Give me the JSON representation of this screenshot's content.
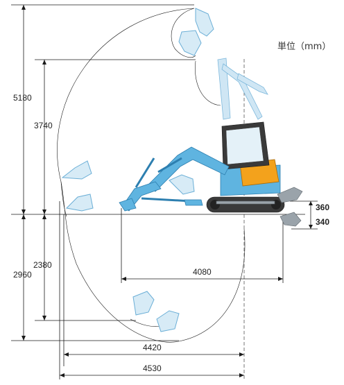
{
  "unit_label": "単位（mm）",
  "dimensions": {
    "max_dig_height": "5180",
    "max_dump_height": "3740",
    "max_dig_depth": "2960",
    "max_vertical_wall_depth": "2380",
    "min_front_swing_radius": "4080",
    "max_dig_reach_ground": "4420",
    "max_dig_reach": "4530",
    "blade_lift_height": "360",
    "blade_drop_depth": "340"
  },
  "colors": {
    "machine_blue": "#5fb4e0",
    "bucket_ghost": "#d7ebf6",
    "counterweight_orange": "#f3a21c",
    "track_dark": "#3a3a3a"
  }
}
